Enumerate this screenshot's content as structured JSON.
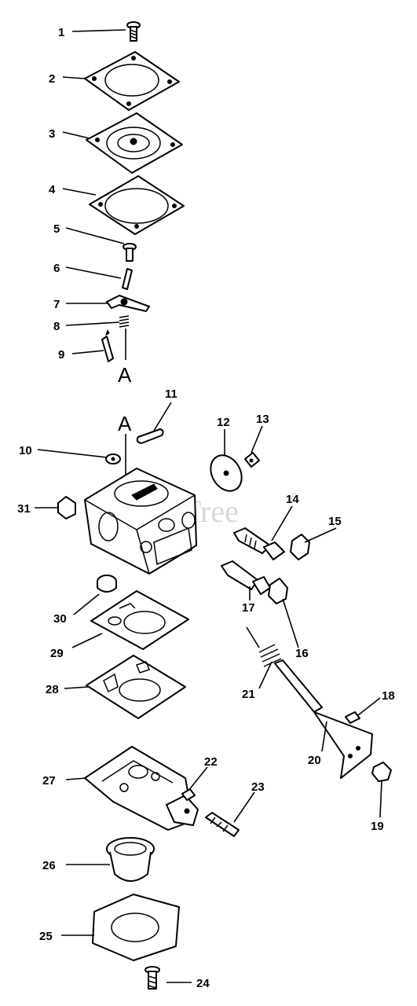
{
  "watermark": {
    "text": "PartsTree",
    "trademark": "TM"
  },
  "reference_marks": {
    "top": "A",
    "bottom": "A"
  },
  "callouts": {
    "c1": "1",
    "c2": "2",
    "c3": "3",
    "c4": "4",
    "c5": "5",
    "c6": "6",
    "c7": "7",
    "c8": "8",
    "c9": "9",
    "c10": "10",
    "c11": "11",
    "c12": "12",
    "c13": "13",
    "c14": "14",
    "c15": "15",
    "c16": "16",
    "c17": "17",
    "c18": "18",
    "c19": "19",
    "c20": "20",
    "c21": "21",
    "c22": "22",
    "c23": "23",
    "c24": "24",
    "c25": "25",
    "c26": "26",
    "c27": "27",
    "c28": "28",
    "c29": "29",
    "c30": "30",
    "c31": "31"
  },
  "colors": {
    "line": "#000000",
    "background": "#ffffff",
    "watermark": "#d8d8d8"
  }
}
